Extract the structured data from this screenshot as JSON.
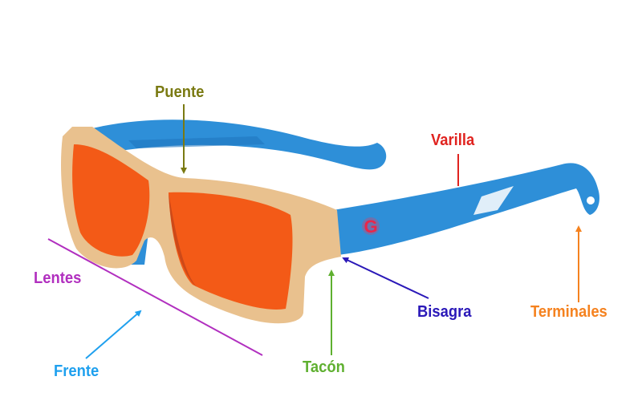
{
  "labels": {
    "puente": "Puente",
    "varilla": "Varilla",
    "lentes": "Lentes",
    "frente": "Frente",
    "tacon": "Tacón",
    "bisagra": "Bisagra",
    "terminales": "Terminales"
  },
  "logo": "G",
  "colors": {
    "puente": "#7a7a12",
    "varilla": "#e0231f",
    "lentes": "#b12fbf",
    "frente": "#1fa0ee",
    "tacon": "#5fb030",
    "bisagra": "#2a18b8",
    "terminales": "#f5821f",
    "temple": "#2e8fd8",
    "frame": "#e9c18e",
    "lens": "#f35a17"
  }
}
